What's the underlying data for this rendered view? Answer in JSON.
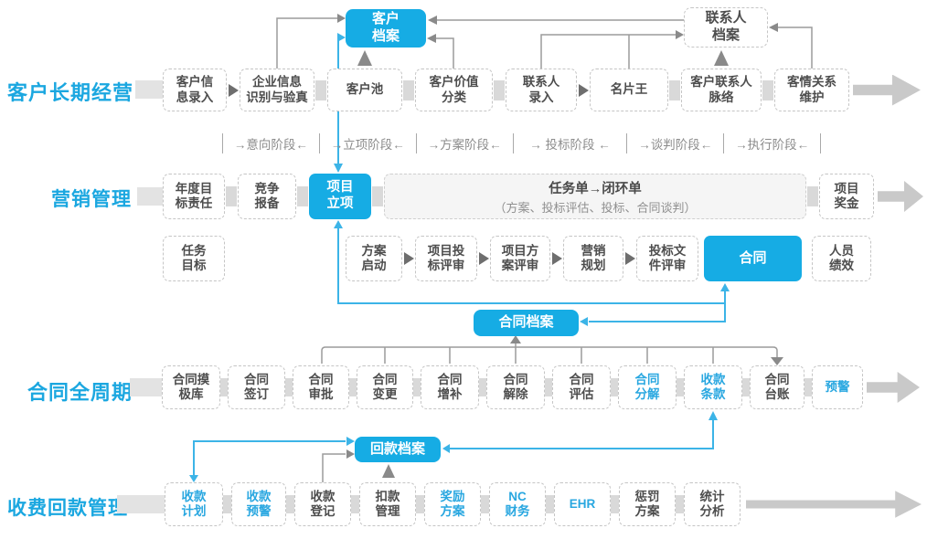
{
  "palette": {
    "accent_fill": "#16ace4",
    "accent_text": "#29a7e0",
    "row_label": "#1ba7e0",
    "blue_line": "#3cb4e7",
    "gray_line": "#9c9c9c",
    "box_text": "#4d4d4d",
    "connector_bar": "#d9d9d9",
    "end_arrow": "#c9c9c9"
  },
  "archives": {
    "customer": "客户\n档案",
    "contact": "联系人\n档案",
    "contract": "合同档案",
    "payment": "回款档案"
  },
  "phases": [
    "→意向阶段←",
    "→立项阶段←",
    "→方案阶段←",
    "→ 投标阶段 ←",
    "→谈判阶段←",
    "→执行阶段←"
  ],
  "rows": {
    "r1": {
      "label": "客户长期经营",
      "boxes": [
        "客户信\n息录入",
        "企业信息\n识别与验真",
        "客户池",
        "客户价值\n分类",
        "联系人\n录入",
        "名片王",
        "客户联系人\n脉络",
        "客情关系\n维护"
      ]
    },
    "r2": {
      "label": "营销管理",
      "boxes": [
        "年度目\n标责任",
        "竞争\n报备",
        "项目\n立项",
        "项目\n奖金"
      ],
      "task_title": "任务单→闭环单",
      "task_sub": "（方案、投标评估、投标、合同谈判）"
    },
    "r3": {
      "boxes": [
        "任务\n目标",
        "方案\n启动",
        "项目投\n标评审",
        "项目方\n案评审",
        "营销\n规划",
        "投标文\n件评审",
        "合同",
        "人员\n绩效"
      ]
    },
    "r4": {
      "label": "合同全周期",
      "boxes": [
        "合同摸\n极库",
        "合同\n签订",
        "合同\n审批",
        "合同\n变更",
        "合同\n增补",
        "合同\n解除",
        "合同\n评估",
        "合同\n分解",
        "收款\n条款",
        "合同\n台账",
        "预警"
      ]
    },
    "r5": {
      "label": "收费回款管理",
      "boxes": [
        "收款\n计划",
        "收款\n预警",
        "收款\n登记",
        "扣款\n管理",
        "奖励\n方案",
        "NC\n财务",
        "EHR",
        "惩罚\n方案",
        "统计\n分析"
      ]
    }
  }
}
